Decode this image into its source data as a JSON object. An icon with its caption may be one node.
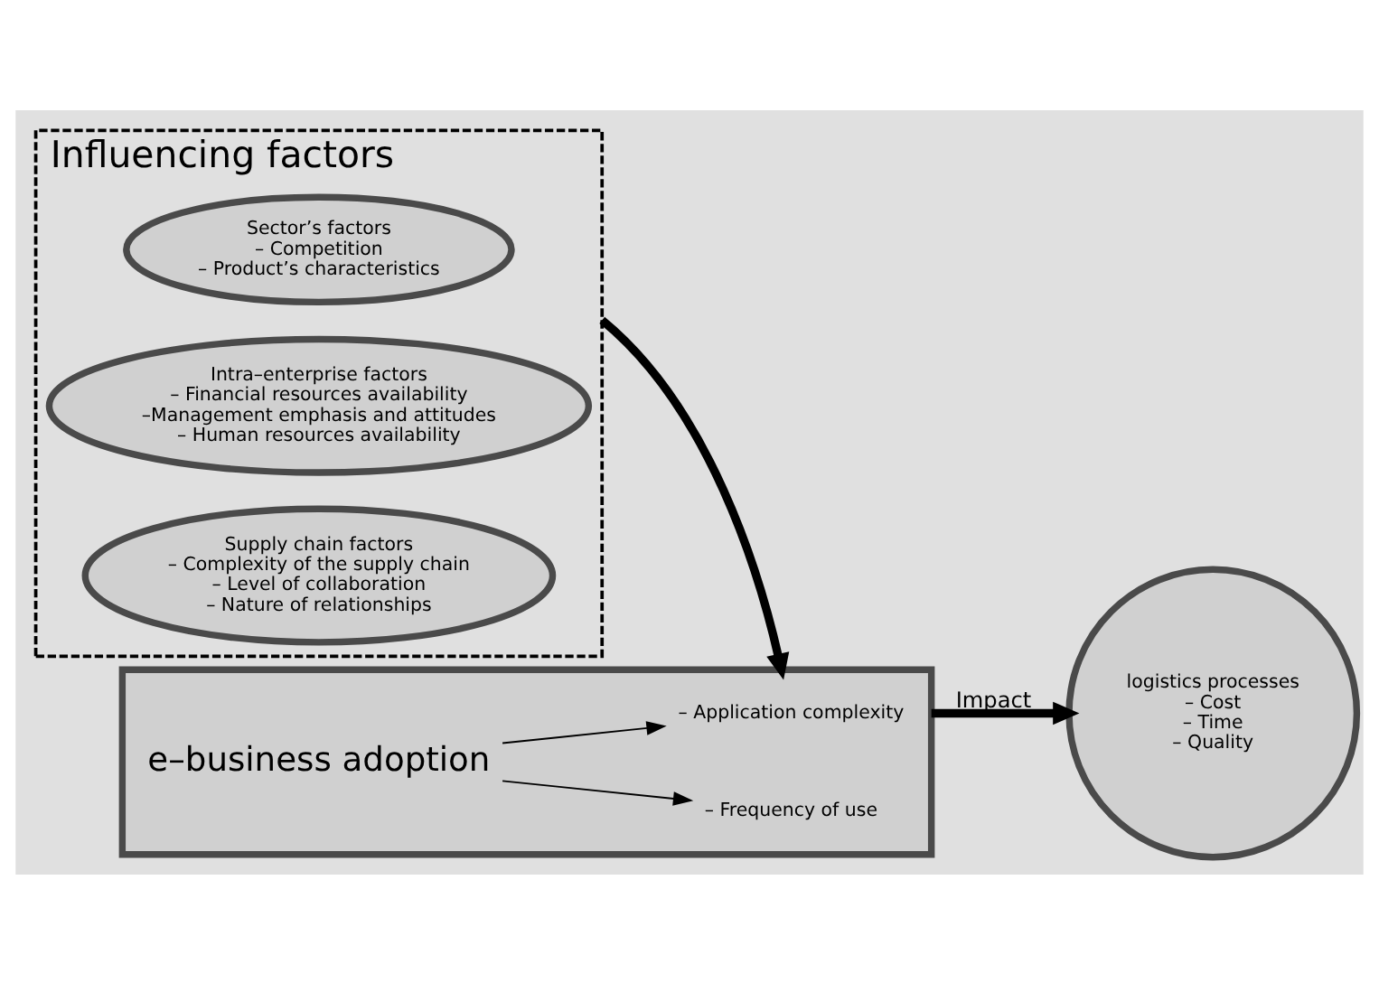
{
  "diagram": {
    "nodes": [
      {
        "text": [
          "Influencing factors"
        ]
      },
      {
        "text": [
          "Sector’s factors",
          "– Competition",
          "– Product’s characteristics"
        ],
        "in": 0
      },
      {
        "text": [
          "Intra–enterprise factors",
          "– Financial resources availability",
          "–Management emphasis and attitudes",
          "– Human resources availability"
        ],
        "in": 0
      },
      {
        "text": [
          "Supply chain factors",
          "– Complexity of the supply chain",
          "– Level of collaboration",
          "– Nature of relationships"
        ],
        "in": 0
      },
      {
        "text": [
          "e–business adoption"
        ]
      },
      {
        "text": [
          "– Application complexity"
        ],
        "in": 4
      },
      {
        "text": [
          "– Frequency of use"
        ],
        "in": 4
      },
      {
        "text": [
          "logistics processes",
          "– Cost",
          "– Time",
          "– Quality"
        ]
      }
    ],
    "edges": [
      {
        "from": 0,
        "to": 4,
        "arrow": "to",
        "style": "thick"
      },
      {
        "from": 4,
        "to": 5,
        "arrow": "to"
      },
      {
        "from": 4,
        "to": 6,
        "arrow": "to"
      },
      {
        "from": 4,
        "to": 7,
        "arrow": "to",
        "label": "Impact",
        "style": "thick"
      }
    ]
  }
}
